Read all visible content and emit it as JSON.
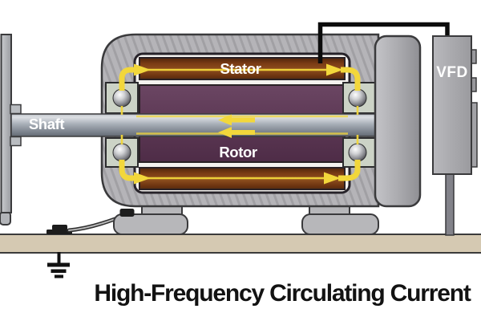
{
  "title": "High-Frequency Circulating Current",
  "labels": {
    "stator": "Stator",
    "rotor": "Rotor",
    "shaft": "Shaft",
    "vfd": "VFD"
  },
  "diagram": {
    "subject": "Cross-section of a VFD-driven electric motor showing high-frequency circulating current loops",
    "components": [
      "driven-machine-wall",
      "shaft",
      "coupling-flange",
      "motor-housing",
      "end-cap",
      "stator-top",
      "stator-bottom",
      "rotor",
      "bearing-top-left",
      "bearing-bottom-left",
      "bearing-top-right",
      "bearing-bottom-right",
      "motor-feet",
      "ground-strap",
      "ground-bolt",
      "earth-ground-symbol",
      "mounting-base",
      "power-cable",
      "vfd-box",
      "vfd-stand"
    ],
    "current_flow": {
      "top_loop": "up through left bearing, right along stator frame, down through right bearing, left along shaft",
      "bottom_loop": "left along shaft, down through left bearing, right along bottom frame, up through right bearing",
      "shaft_arrows_direction": "left"
    }
  },
  "colors": {
    "background": "#ffffff",
    "housing_gray": "#b5b4b8",
    "end_cap_gray": "#aeaeb2",
    "stator_brown": "#7c3d15",
    "rotor_purple": "#5c3854",
    "bearing_housing": "#ccd3c6",
    "shaft_gray": "#9aa2ab",
    "current_yellow": "#f2d73b",
    "base_tan": "#d5c9b2",
    "cable_black": "#0c0c0c",
    "outline_dark": "#3a3a3c",
    "label_text": "#ffffff",
    "title_text": "#121212"
  }
}
